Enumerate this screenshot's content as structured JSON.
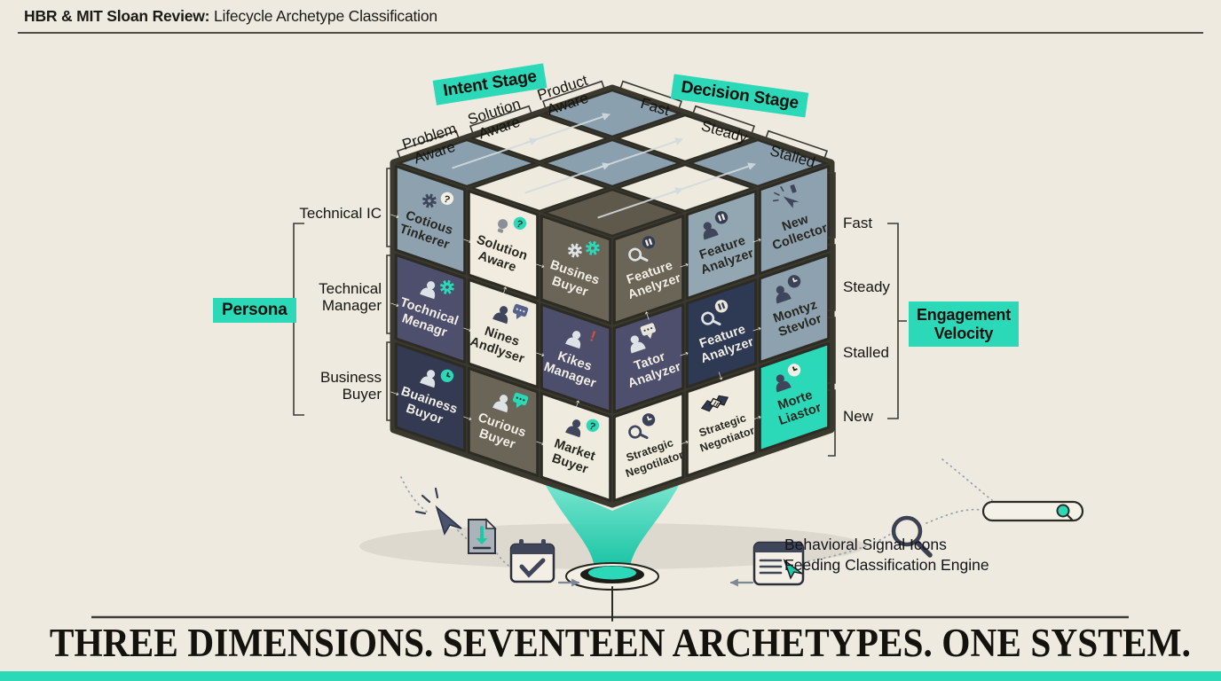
{
  "header": {
    "brand": "HBR & MIT Sloan Review:",
    "title": "Lifecycle Archetype Classification"
  },
  "colors": {
    "accent_teal": "#2BD9B9",
    "background": "#EFEAE0",
    "ink": "#1B1B16",
    "grout": "#3B392E"
  },
  "axes": {
    "intent": {
      "label": "Intent Stage",
      "ticks": [
        "Problem Aware",
        "Solution Aware",
        "Product Aware"
      ]
    },
    "decision": {
      "label": "Decision Stage",
      "ticks": [
        "Fast",
        "Steady",
        "Stalled"
      ]
    },
    "persona": {
      "label": "Persona",
      "ticks": [
        "Technical IC",
        "Technical Manager",
        "Business Buyer"
      ]
    },
    "velocity": {
      "label": "Engagement Velocity",
      "ticks": [
        "Fast",
        "Steady",
        "Stalled",
        "New"
      ]
    }
  },
  "cube": {
    "left_face": [
      {
        "label": "Cotious Tinkerer",
        "color": "#8da1af",
        "icons": [
          "gear-icon",
          "question-badge-icon"
        ]
      },
      {
        "label": "Solution Aware",
        "color": "#f1ecdf",
        "icons": [
          "bulb-icon",
          "question-teal-icon"
        ]
      },
      {
        "label": "Busines Buyer",
        "color": "#6b6557",
        "icons": [
          "gear-icon",
          "gear-teal-icon"
        ]
      },
      {
        "label": "Tochnical Menagr",
        "color": "#4d4f6c",
        "icons": [
          "person-icon",
          "gear-teal-icon"
        ]
      },
      {
        "label": "Nines Andlyser",
        "color": "#efeade",
        "icons": [
          "person-icon",
          "chat-icon"
        ]
      },
      {
        "label": "Kikes Manager",
        "color": "#4c4e6b",
        "icons": [
          "person-icon",
          "exclamation-icon"
        ]
      },
      {
        "label": "Buainess Buyor",
        "color": "#333a52",
        "icons": [
          "person-icon",
          "clock-teal-icon"
        ]
      },
      {
        "label": "Curious Buyer",
        "color": "#6b6557",
        "icons": [
          "person-icon",
          "chat-teal-icon"
        ]
      },
      {
        "label": "Market Buyer",
        "color": "#f0ebdf",
        "icons": [
          "person-icon",
          "question-teal-icon"
        ]
      }
    ],
    "right_face": [
      {
        "label": "Feature Anelyzer",
        "color": "#6b6557",
        "icons": [
          "magnifier-icon",
          "pause-badge-icon"
        ]
      },
      {
        "label": "Feature Analyzer",
        "color": "#93a7b3",
        "icons": [
          "person-icon",
          "pause-badge-icon"
        ]
      },
      {
        "label": "New Collector",
        "color": "#8da1af",
        "icons": [
          "cursor-click-icon"
        ]
      },
      {
        "label": "Tator Analyzer",
        "color": "#4d4f6c",
        "icons": [
          "person-icon",
          "chat-icon"
        ]
      },
      {
        "label": "Feature Analyzer",
        "color": "#2e3954",
        "icons": [
          "magnifier-icon",
          "pause-badge-icon"
        ]
      },
      {
        "label": "Montyz Stevlor",
        "color": "#8da1af",
        "icons": [
          "person-icon",
          "clock-badge-icon"
        ]
      },
      {
        "label": "Strategic Negotilator",
        "color": "#f0ebdf",
        "icons": [
          "magnifier-icon",
          "clock-badge-icon"
        ]
      },
      {
        "label": "Strategic Negotiator",
        "color": "#f0ebdf",
        "icons": [
          "handshake-icon"
        ]
      },
      {
        "label": "Morte Liastor",
        "color": "#2bd9b9",
        "icons": [
          "person-icon",
          "clock-badge-icon"
        ]
      }
    ],
    "top_face_colors": [
      "#5f594b",
      "#efeade",
      "#8ba0ae",
      "#efeade",
      "#8ba0ae",
      "#efeade",
      "#8ba0ae",
      "#efeade",
      "#8ba0ae"
    ]
  },
  "funnel": {
    "caption_line1": "Behavioral Signal Icons",
    "caption_line2": "Feeding Classification Engine",
    "signal_icons": [
      "cursor-click-icon",
      "document-download-icon",
      "calendar-check-icon",
      "funnel-icon",
      "browser-cursor-icon",
      "magnifier-icon",
      "search-pill-icon"
    ]
  },
  "footer": {
    "headline": "THREE DIMENSIONS. SEVENTEEN ARCHETYPES. ONE SYSTEM."
  }
}
